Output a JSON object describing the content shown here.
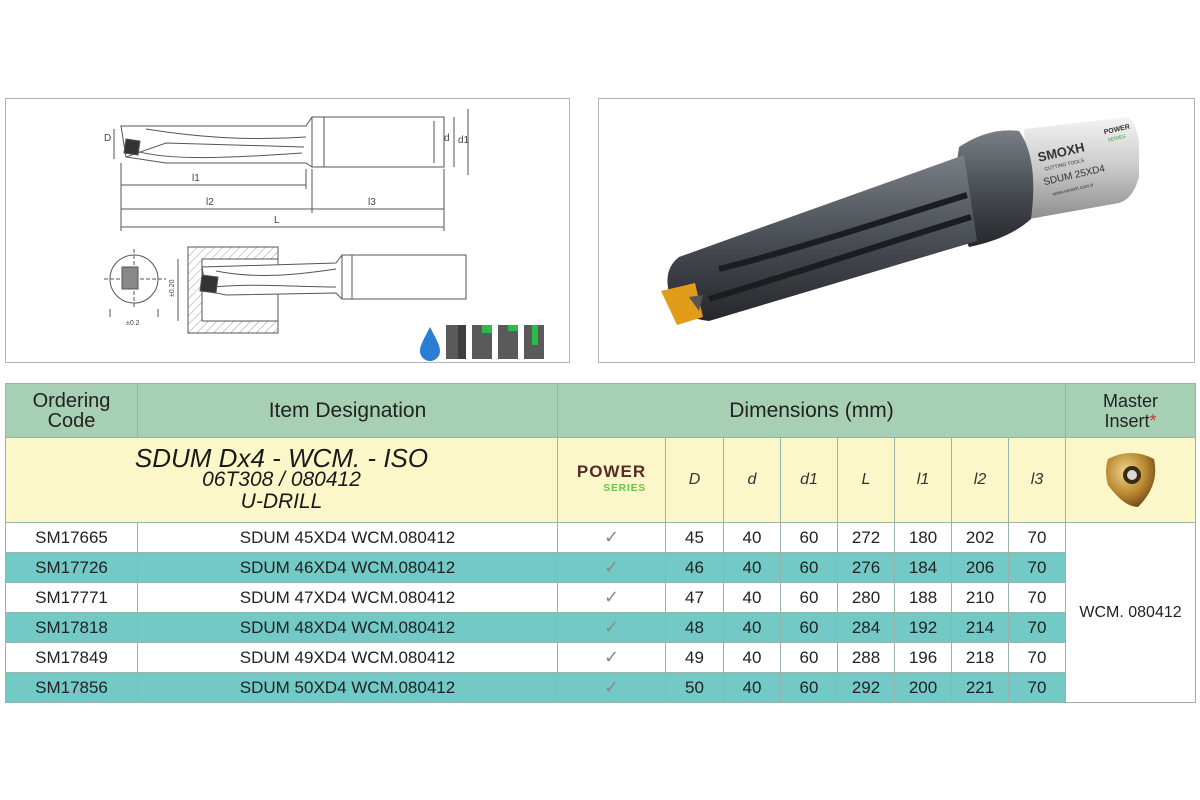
{
  "drawing": {
    "labels": {
      "D": "D",
      "d": "d",
      "d1": "d1",
      "l1": "l1",
      "l2": "l2",
      "l3": "l3",
      "L": "L",
      "side_pos": "±0.20",
      "side_hole": "±0.2"
    },
    "icons": [
      "coolant-drop-icon",
      "block-icon-1",
      "block-icon-2",
      "block-icon-3",
      "block-icon-4"
    ],
    "accent_green": "#2bbb4b",
    "coolant_blue": "#2a7fd4"
  },
  "photo": {
    "brand": "SMOXH",
    "brand_sub": "CUTTING TOOLS",
    "marking": "SDUM 25XD4",
    "series": "POWER",
    "series_sub": "SERIES",
    "website": "www.smoxh.com.tr",
    "insert_color": "#e39b1a"
  },
  "table": {
    "headers": {
      "ordering_code_1": "Ordering",
      "ordering_code_2": "Code",
      "item_designation": "Item Designation",
      "dimensions": "Dimensions (mm)",
      "master_insert_1": "Master",
      "master_insert_2": "Insert",
      "master_insert_star": "*"
    },
    "series_title": {
      "line1": "SDUM Dx4 - WCM. - ISO",
      "line2": "06T308 / 080412",
      "line3": "U-DRILL"
    },
    "power_logo": {
      "word": "POWER",
      "sub": "SERIES"
    },
    "dim_labels": [
      "D",
      "d",
      "d1",
      "L",
      "l1",
      "l2",
      "l3"
    ],
    "master_insert_value": "WCM. 080412",
    "check_glyph": "✓",
    "rows": [
      {
        "code": "SM17665",
        "item": "SDUM 45XD4 WCM.080412",
        "D": "45",
        "d": "40",
        "d1": "60",
        "L": "272",
        "l1": "180",
        "l2": "202",
        "l3": "70"
      },
      {
        "code": "SM17726",
        "item": "SDUM 46XD4 WCM.080412",
        "D": "46",
        "d": "40",
        "d1": "60",
        "L": "276",
        "l1": "184",
        "l2": "206",
        "l3": "70"
      },
      {
        "code": "SM17771",
        "item": "SDUM 47XD4 WCM.080412",
        "D": "47",
        "d": "40",
        "d1": "60",
        "L": "280",
        "l1": "188",
        "l2": "210",
        "l3": "70"
      },
      {
        "code": "SM17818",
        "item": "SDUM 48XD4 WCM.080412",
        "D": "48",
        "d": "40",
        "d1": "60",
        "L": "284",
        "l1": "192",
        "l2": "214",
        "l3": "70"
      },
      {
        "code": "SM17849",
        "item": "SDUM 49XD4 WCM.080412",
        "D": "49",
        "d": "40",
        "d1": "60",
        "L": "288",
        "l1": "196",
        "l2": "218",
        "l3": "70"
      },
      {
        "code": "SM17856",
        "item": "SDUM 50XD4 WCM.080412",
        "D": "50",
        "d": "40",
        "d1": "60",
        "L": "292",
        "l1": "200",
        "l2": "221",
        "l3": "70"
      }
    ]
  }
}
